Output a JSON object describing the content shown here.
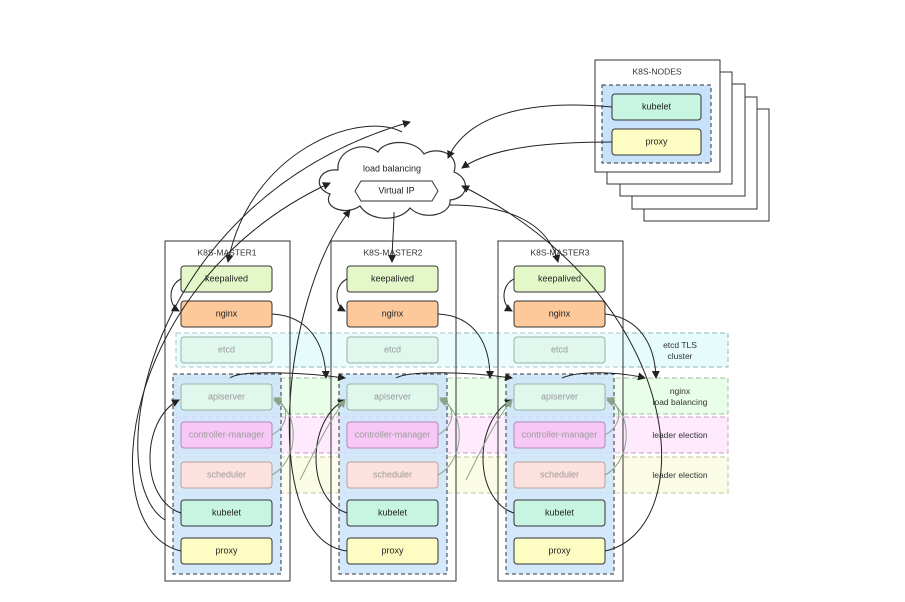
{
  "cloud": {
    "label": "load balancing",
    "vip_label": "Virtual IP"
  },
  "nodes": {
    "title": "K8S-NODES",
    "kubelet": "kubelet",
    "proxy": "proxy"
  },
  "masters": [
    {
      "title": "K8S-MASTER1",
      "keepalived": "keepalived",
      "nginx": "nginx",
      "etcd": "etcd",
      "apiserver": "apiserver",
      "controller_manager": "controller-manager",
      "scheduler": "scheduler",
      "kubelet": "kubelet",
      "proxy": "proxy"
    },
    {
      "title": "K8S-MASTER2",
      "keepalived": "keepalived",
      "nginx": "nginx",
      "etcd": "etcd",
      "apiserver": "apiserver",
      "controller_manager": "controller-manager",
      "scheduler": "scheduler",
      "kubelet": "kubelet",
      "proxy": "proxy"
    },
    {
      "title": "K8S-MASTER3",
      "keepalived": "keepalived",
      "nginx": "nginx",
      "etcd": "etcd",
      "apiserver": "apiserver",
      "controller_manager": "controller-manager",
      "scheduler": "scheduler",
      "kubelet": "kubelet",
      "proxy": "proxy"
    }
  ],
  "bands": {
    "etcd_line1": "etcd TLS",
    "etcd_line2": "cluster",
    "nginx_line1": "nginx",
    "nginx_line2": "load balancing",
    "controller": "leader election",
    "scheduler": "leader election"
  },
  "colors": {
    "keepalived": "#e4f7c9",
    "nginx": "#fdc99b",
    "etcd": "#dff7ec",
    "apiserver": "#dff7ec",
    "controller": "#f7c8f6",
    "scheduler": "#fde1de",
    "kubelet": "#c7f5e2",
    "proxy": "#fdfcc3",
    "inner_blue": "#c9e2fb",
    "band_etcd": "#dcfafb",
    "band_nginx": "#e2fde2",
    "band_controller": "#fde2fc",
    "band_scheduler": "#fafbde"
  }
}
